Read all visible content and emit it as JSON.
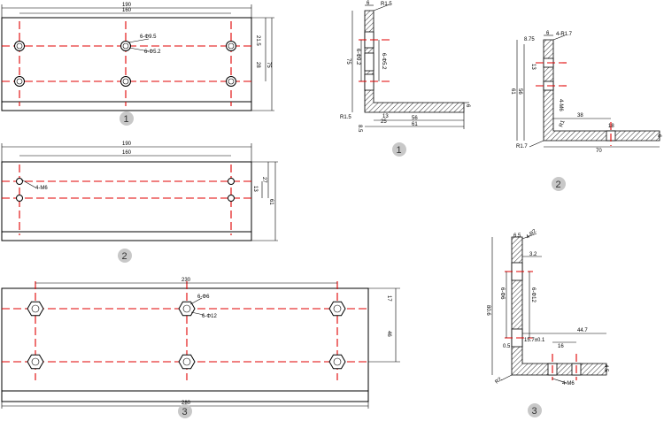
{
  "views": {
    "plate1": {
      "dim_overall": "190",
      "dim_inner": "160",
      "dim_right_top": "21.5",
      "dim_right_mid": "28",
      "dim_right_total": "75",
      "hole_callout_a": "6-Φ9.5",
      "hole_callout_b": "6-Φ5.2",
      "badge": "1"
    },
    "plate2": {
      "dim_overall": "190",
      "dim_inner": "160",
      "dim_right_a": "13",
      "dim_right_b": "27",
      "dim_right_total": "61",
      "hole_callout": "4-M6",
      "badge": "2"
    },
    "plate3": {
      "dim_inner": "230",
      "dim_overall": "280",
      "dim_right_top": "17",
      "dim_right_mid": "46",
      "hole_callout_a": "6-Φ6",
      "hole_callout_b": "6-Φ12",
      "badge": "3"
    },
    "angle1": {
      "dim_top": "6",
      "dim_r_top": "R1.5",
      "dim_vert": "75",
      "hole_a": "6-Φ9.2",
      "hole_b": "6-Φ5.2",
      "dim_r_bottom": "R1.5",
      "dim_small_a": "8.5",
      "dim_small_b": "13",
      "dim_small_c": "25",
      "dim_56": "56",
      "dim_61": "61",
      "dim_6": "6",
      "badge": "1"
    },
    "angle2": {
      "dim_top": "6",
      "dim_r_top": "4-R1.7",
      "dim_875": "8.75",
      "dim_13": "13",
      "dim_61": "61",
      "dim_56": "56",
      "hole_callout": "4-M6",
      "dim_38": "38",
      "dim_18": "18",
      "dim_r1": "R1",
      "dim_r17": "R1.7",
      "dim_70": "70",
      "dim_6": "6",
      "badge": "2"
    },
    "angle3": {
      "dim_top": "6.5",
      "dim_r_top": "4-R2",
      "dim_32": "3.2",
      "hole_a": "6-Φ6",
      "hole_b": "6-Φ12",
      "dim_vert": "80.6",
      "dim_447": "44.7",
      "dim_157": "15.7±0.1",
      "dim_16": "16",
      "dim_05": "0.5",
      "dim_r2": "R2",
      "dim_45": "4.5",
      "hole_callout": "4-M6",
      "badge": "3"
    }
  }
}
